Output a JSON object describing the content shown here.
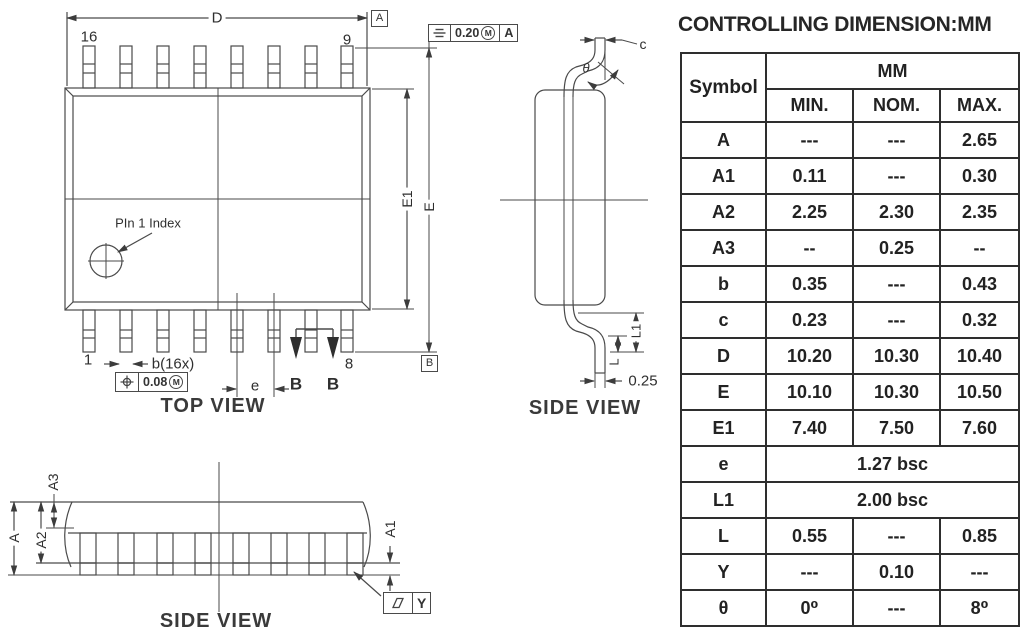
{
  "title": "CONTROLLING DIMENSION:MM",
  "top_view": {
    "caption": "TOP VIEW",
    "dim_d": "D",
    "dim_e": "E",
    "dim_e1": "E1",
    "pin_16": "16",
    "pin_9": "9",
    "pin_1": "1",
    "pin_8": "8",
    "pin1_index_label": "PIn 1 Index",
    "lead_width_label": "b(16x)",
    "pitch_label": "e",
    "datum_a": "A",
    "datum_b": "B",
    "section_label_1": "B",
    "section_label_2": "B",
    "fcf_symmetry": {
      "symbol": "symmetry-icon",
      "tolerance": "0.20",
      "modifier": "M",
      "datum": "A"
    },
    "fcf_position": {
      "symbol": "position-icon",
      "tolerance": "0.08",
      "modifier": "M"
    }
  },
  "side_view_pin": {
    "caption": "SIDE VIEW",
    "dim_c": "c",
    "dim_theta": "θ",
    "dim_l1": "L1",
    "dim_l": "L",
    "dim_tip_width": "0.25"
  },
  "side_view_profile": {
    "caption": "SIDE VIEW",
    "dim_a": "A",
    "dim_a2": "A2",
    "dim_a3": "A3",
    "dim_a1": "A1",
    "fcf_seating": {
      "symbol": "flatness-icon",
      "datum": "Y"
    }
  },
  "table": {
    "symbol_header": "Symbol",
    "unit_header": "MM",
    "columns": [
      "MIN.",
      "NOM.",
      "MAX."
    ],
    "rows": [
      {
        "symbol": "A",
        "min": "---",
        "nom": "---",
        "max": "2.65"
      },
      {
        "symbol": "A1",
        "min": "0.11",
        "nom": "---",
        "max": "0.30"
      },
      {
        "symbol": "A2",
        "min": "2.25",
        "nom": "2.30",
        "max": "2.35"
      },
      {
        "symbol": "A3",
        "min": "--",
        "nom": "0.25",
        "max": "--"
      },
      {
        "symbol": "b",
        "min": "0.35",
        "nom": "---",
        "max": "0.43"
      },
      {
        "symbol": "c",
        "min": "0.23",
        "nom": "---",
        "max": "0.32"
      },
      {
        "symbol": "D",
        "min": "10.20",
        "nom": "10.30",
        "max": "10.40"
      },
      {
        "symbol": "E",
        "min": "10.10",
        "nom": "10.30",
        "max": "10.50"
      },
      {
        "symbol": "E1",
        "min": "7.40",
        "nom": "7.50",
        "max": "7.60"
      },
      {
        "symbol": "e",
        "span": "1.27 bsc"
      },
      {
        "symbol": "L1",
        "span": "2.00 bsc"
      },
      {
        "symbol": "L",
        "min": "0.55",
        "nom": "---",
        "max": "0.85"
      },
      {
        "symbol": "Y",
        "min": "---",
        "nom": "0.10",
        "max": "---"
      },
      {
        "symbol": "θ",
        "min": "0⁰",
        "nom": "---",
        "max": "8⁰"
      }
    ]
  }
}
